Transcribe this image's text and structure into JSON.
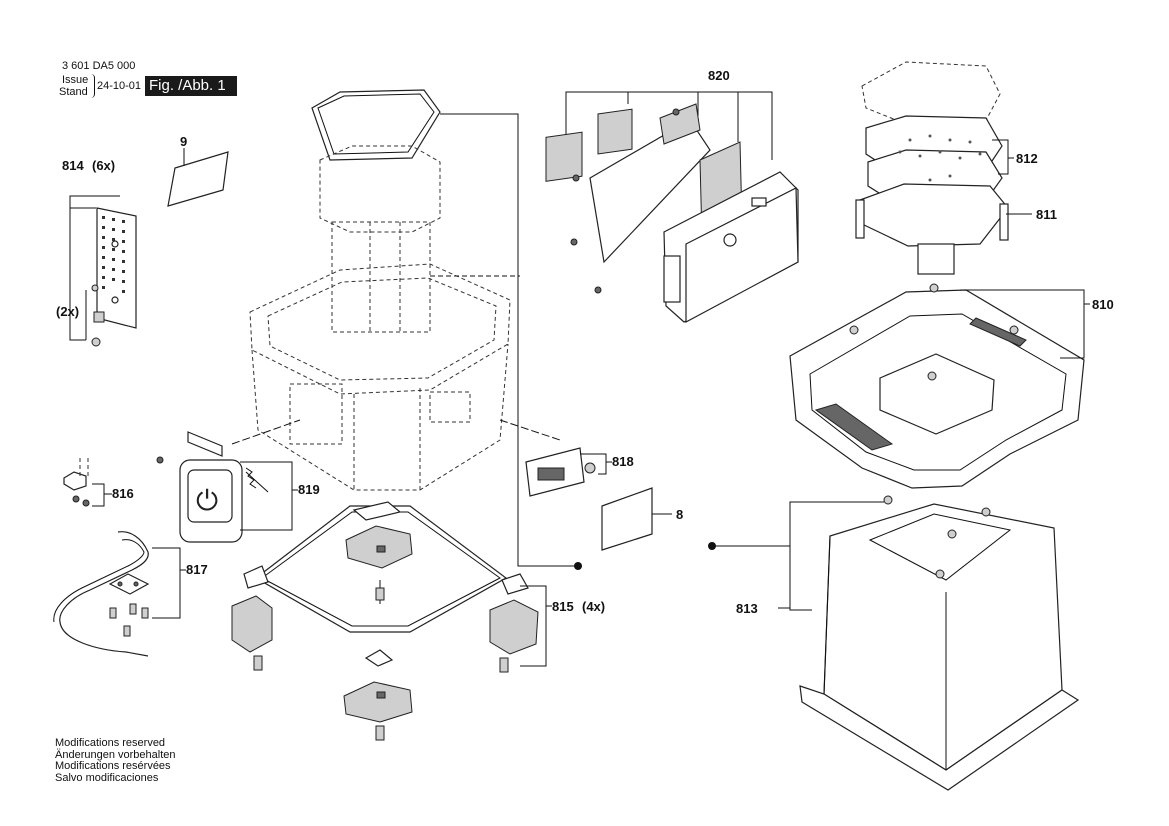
{
  "header": {
    "part_number": "3 601 DA5 000",
    "issue_label": "Issue",
    "stand_label": "Stand",
    "date": "24-10-01",
    "figure": "Fig. /Abb. 1"
  },
  "notes": [
    "Modifications reserved",
    "Änderungen vorbehalten",
    "Modifications resérvées",
    "Salvo modificaciones"
  ],
  "callouts": {
    "c9": "9",
    "c814": "814",
    "c814_qty": "(6x)",
    "c2x": "(2x)",
    "c816": "816",
    "c817": "817",
    "c819": "819",
    "c820": "820",
    "c818": "818",
    "c8": "8",
    "c815": "815",
    "c815_qty": "(4x)",
    "c812": "812",
    "c811": "811",
    "c810": "810",
    "c813": "813"
  }
}
